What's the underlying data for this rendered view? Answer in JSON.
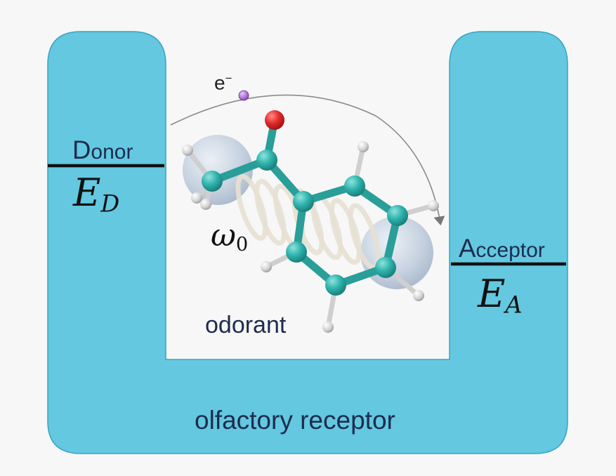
{
  "colors": {
    "receptor_fill": "#63c8e0",
    "receptor_stroke": "#3aa3c0",
    "background": "#f7f7f7",
    "level_line": "#0f0f0f",
    "text_dark_blue": "#1d2c4f",
    "carbon": "#2fb3ad",
    "oxygen": "#e22a2a",
    "hydrogen": "#d9d9d9",
    "electron": "#9b59c9",
    "spring": "#e6e0d2",
    "highlight_sphere": "#aebfd4"
  },
  "labels": {
    "donor_first": "D",
    "donor_rest": "onor",
    "donor_energy_main": "E",
    "donor_energy_sub": "D",
    "acceptor_first": "A",
    "acceptor_rest": "cceptor",
    "acceptor_energy_main": "E",
    "acceptor_energy_sub": "A",
    "electron": "e",
    "electron_charge": "−",
    "frequency_main": "ω",
    "frequency_sub": "0",
    "odorant": "odorant",
    "receptor": "olfactory receptor"
  }
}
